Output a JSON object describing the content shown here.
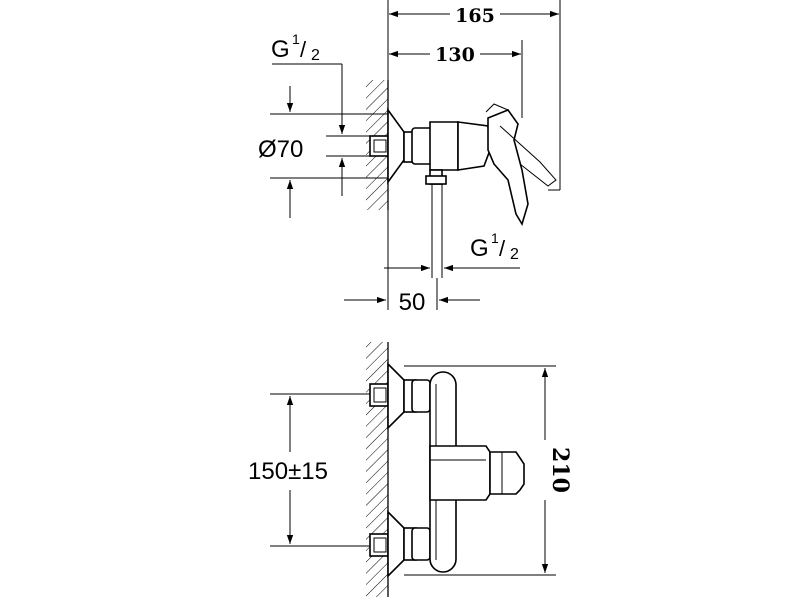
{
  "top_view": {
    "dim_overall_depth": "165",
    "dim_handle_depth": "130",
    "thread_inlet_G": "G",
    "thread_inlet_num": "1",
    "thread_inlet_den": "2",
    "diameter_label": "Ø70",
    "thread_outlet_G": "G",
    "thread_outlet_num": "1",
    "thread_outlet_den": "2",
    "dim_outlet_offset": "50"
  },
  "front_view": {
    "dim_center_distance": "150±15",
    "dim_height": "210"
  }
}
